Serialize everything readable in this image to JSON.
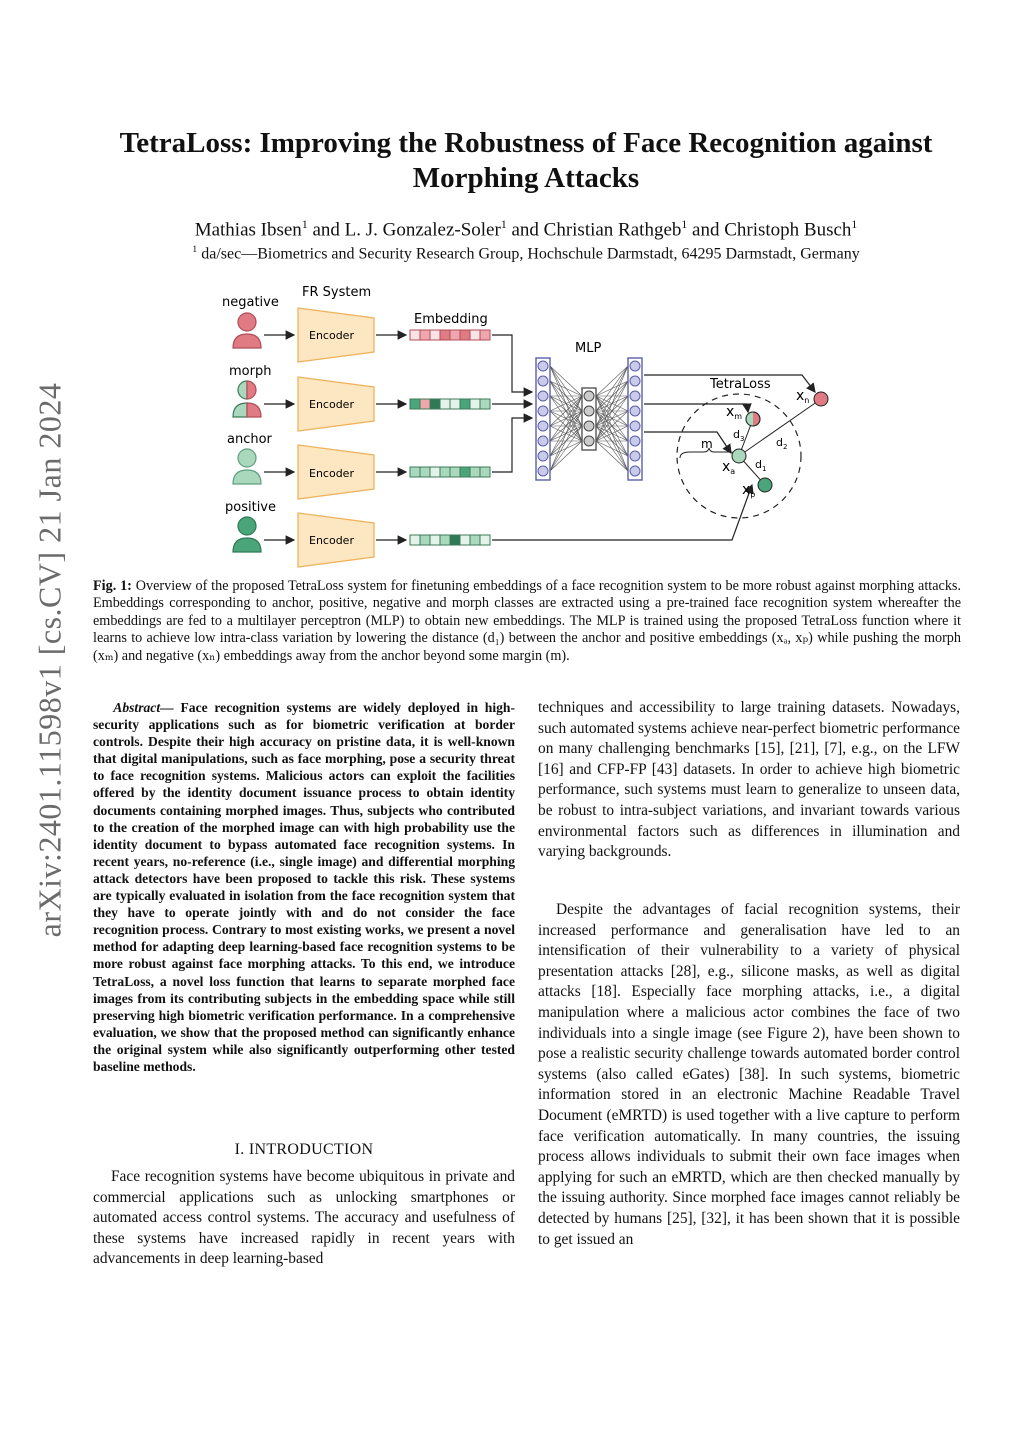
{
  "sidebar": {
    "arxiv_id": "arXiv:2401.11598v1  [cs.CV]  21 Jan 2024"
  },
  "paper": {
    "title": "TetraLoss: Improving the Robustness of Face Recognition against Morphing Attacks",
    "authors": [
      {
        "name": "Mathias Ibsen",
        "aff": "1"
      },
      {
        "name": "L. J. Gonzalez-Soler",
        "aff": "1"
      },
      {
        "name": "Christian Rathgeb",
        "aff": "1"
      },
      {
        "name": "Christoph Busch",
        "aff": "1"
      }
    ],
    "author_sep": "and",
    "affiliation_mark": "1",
    "affiliation": "da/sec—Biometrics and Security Research Group, Hochschule Darmstadt, 64295 Darmstadt, Germany"
  },
  "figure": {
    "labels": {
      "fr_system": "FR System",
      "embedding": "Embedding",
      "mlp": "MLP",
      "tetraloss": "TetraLoss",
      "negative": "negative",
      "morph": "morph",
      "anchor": "anchor",
      "positive": "positive",
      "encoder": "Encoder",
      "m": "m",
      "x": "x",
      "d": "d",
      "sub_m": "m",
      "sub_n": "n",
      "sub_a": "a",
      "sub_p": "p",
      "d1": "1",
      "d2": "2",
      "d3": "3"
    },
    "colors": {
      "negative": "#e07b84",
      "positive": "#4aa57a",
      "anchor": "#a9d8bd",
      "encoder_fill": "#fde7c2",
      "encoder_stroke": "#f0b35c",
      "mlp_node": "#c9cbe8",
      "mlp_stroke": "#5a5fa8",
      "mid_node": "#cccccc"
    },
    "caption_label": "Fig. 1:",
    "caption": "Overview of the proposed TetraLoss system for finetuning embeddings of a face recognition system to be more robust against morphing attacks. Embeddings corresponding to anchor, positive, negative and morph classes are extracted using a pre-trained face recognition system whereafter the embeddings are fed to a multilayer perceptron (MLP) to obtain new embeddings. The MLP is trained using the proposed TetraLoss function where it learns to achieve low intra-class variation by lowering the distance (d₁) between the anchor and positive embeddings (xₐ, xₚ) while pushing the morph (xₘ) and negative (xₙ) embeddings away from the anchor beyond some margin (m)."
  },
  "abstract": {
    "label": "Abstract—",
    "text": "Face recognition systems are widely deployed in high-security applications such as for biometric verification at border controls. Despite their high accuracy on pristine data, it is well-known that digital manipulations, such as face morphing, pose a security threat to face recognition systems. Malicious actors can exploit the facilities offered by the identity document issuance process to obtain identity documents containing morphed images. Thus, subjects who contributed to the creation of the morphed image can with high probability use the identity document to bypass automated face recognition systems. In recent years, no-reference (i.e., single image) and differential morphing attack detectors have been proposed to tackle this risk. These systems are typically evaluated in isolation from the face recognition system that they have to operate jointly with and do not consider the face recognition process. Contrary to most existing works, we present a novel method for adapting deep learning-based face recognition systems to be more robust against face morphing attacks. To this end, we introduce TetraLoss, a novel loss function that learns to separate morphed face images from its contributing subjects in the embedding space while still preserving high biometric verification performance. In a comprehensive evaluation, we show that the proposed method can significantly enhance the original system while also significantly outperforming other tested baseline methods."
  },
  "introduction": {
    "heading": "I. INTRODUCTION",
    "p1": "Face recognition systems have become ubiquitous in private and commercial applications such as unlocking smartphones or automated access control systems. The accuracy and usefulness of these systems have increased rapidly in recent years with advancements in deep learning-based",
    "p1_cont": "techniques and accessibility to large training datasets. Nowadays, such automated systems achieve near-perfect biometric performance on many challenging benchmarks [15], [21], [7], e.g., on the LFW [16] and CFP-FP [43] datasets. In order to achieve high biometric performance, such systems must learn to generalize to unseen data, be robust to intra-subject variations, and invariant towards various environmental factors such as differences in illumination and varying backgrounds.",
    "p2": "Despite the advantages of facial recognition systems, their increased performance and generalisation have led to an intensification of their vulnerability to a variety of physical presentation attacks [28], e.g., silicone masks, as well as digital attacks [18]. Especially face morphing attacks, i.e., a digital manipulation where a malicious actor combines the face of two individuals into a single image (see Figure 2), have been shown to pose a realistic security challenge towards automated border control systems (also called eGates) [38]. In such systems, biometric information stored in an electronic Machine Readable Travel Document (eMRTD) is used together with a live capture to perform face verification automatically. In many countries, the issuing process allows individuals to submit their own face images when applying for such an eMRTD, which are then checked manually by the issuing authority. Since morphed face images cannot reliably be detected by humans [25], [32], it has been shown that it is possible to get issued an"
  }
}
